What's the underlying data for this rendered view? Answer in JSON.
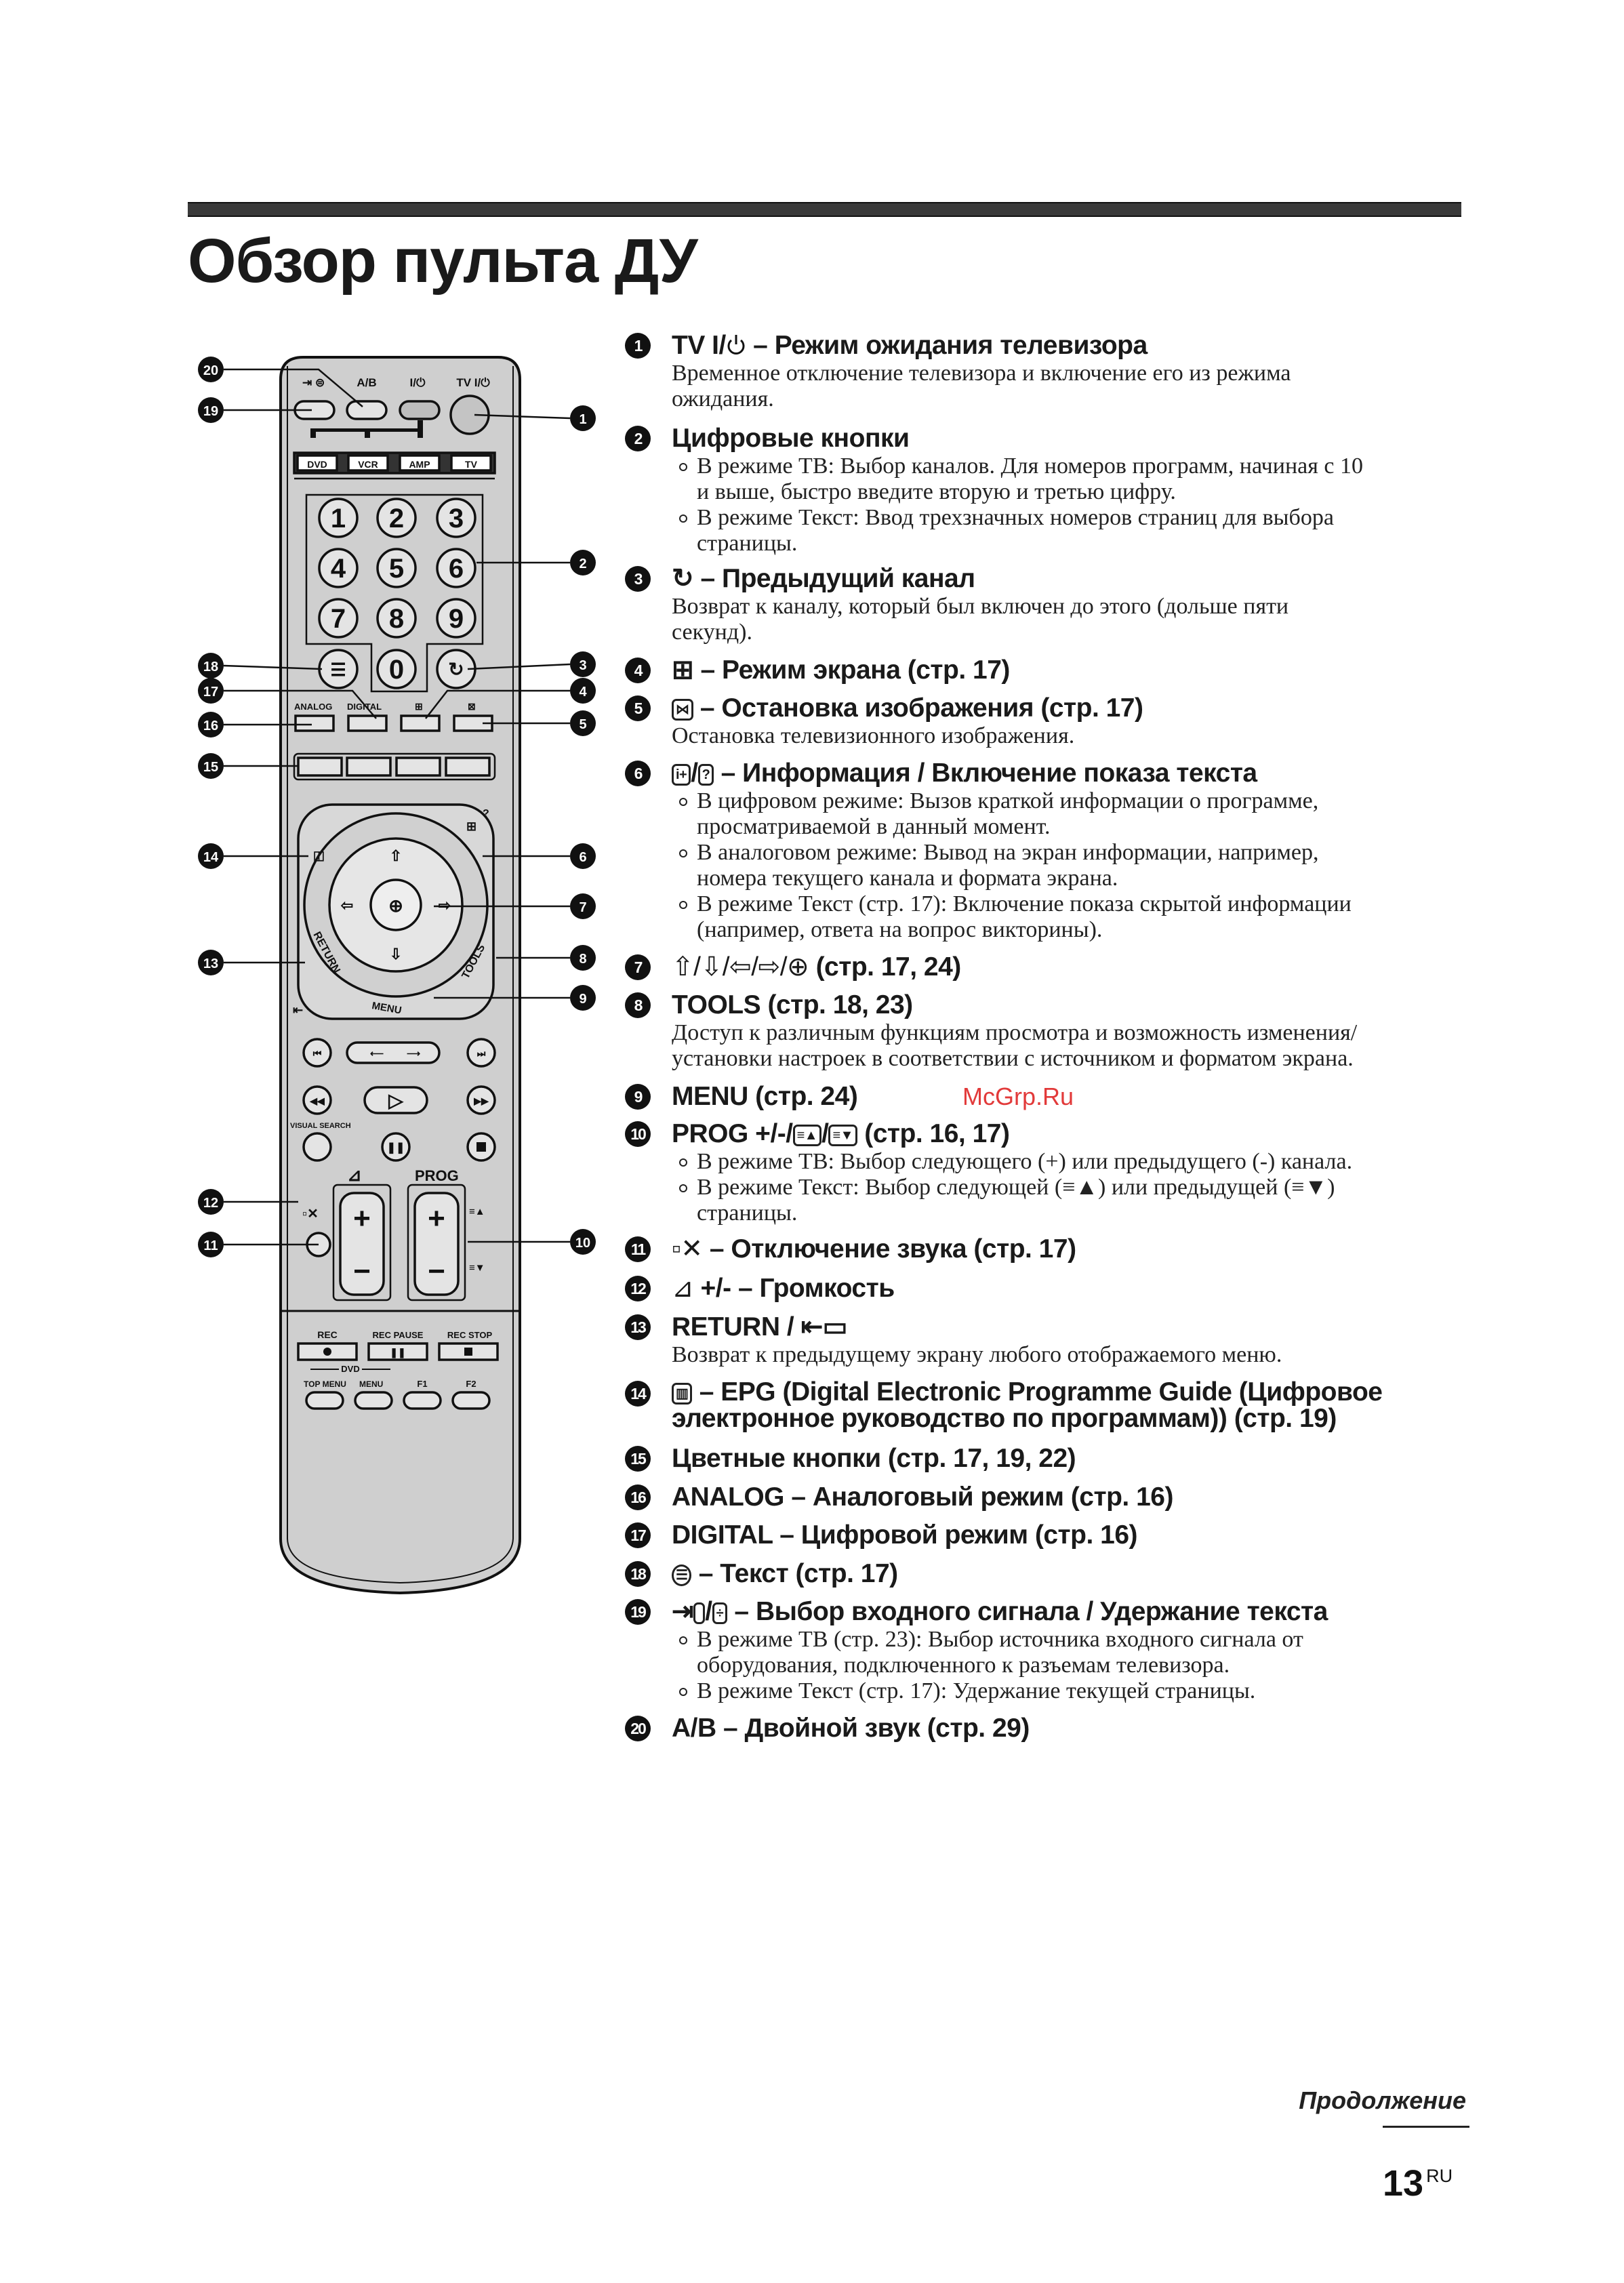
{
  "page": {
    "title": "Обзор пульта ДУ",
    "continued": "Продолжение",
    "page_number": "13",
    "language": "RU",
    "watermark": "McGrp.Ru"
  },
  "remote": {
    "labels": {
      "ab": "A/B",
      "power": "I/⏻",
      "tv_power": "TV I/⏻",
      "dvd": "DVD",
      "vcr": "VCR",
      "amp": "AMP",
      "tv": "TV",
      "digits": [
        "1",
        "2",
        "3",
        "4",
        "5",
        "6",
        "7",
        "8",
        "9",
        "0"
      ],
      "analog": "ANALOG",
      "digital": "DIGITAL",
      "return": "RETURN",
      "tools": "TOOLS",
      "menu": "MENU",
      "visual_search": "VISUAL SEARCH",
      "prog": "PROG",
      "rec": "REC",
      "rec_pause": "REC PAUSE",
      "rec_stop": "REC STOP",
      "dvd_group": "DVD",
      "top_menu": "TOP MENU",
      "dvd_menu": "MENU",
      "f1": "F1",
      "f2": "F2"
    },
    "callouts_left": [
      "20",
      "19",
      "18",
      "17",
      "16",
      "15",
      "14",
      "13",
      "12",
      "11"
    ],
    "callouts_right": [
      "1",
      "2",
      "3",
      "4",
      "5",
      "6",
      "7",
      "8",
      "9",
      "10"
    ]
  },
  "items": [
    {
      "num": "1",
      "pre": "TV I/",
      "title": " – Режим ожидания телевизора",
      "icon": "power-icon",
      "body": [
        "Временное отключение телевизора и включение его из режима",
        "ожидания."
      ]
    },
    {
      "num": "2",
      "title": "Цифровые кнопки",
      "bullets": [
        [
          "В режиме ТВ: Выбор каналов. Для номеров программ, начиная с 10",
          "и выше, быстро введите вторую и третью цифру."
        ],
        [
          "В режиме Текст: Ввод трехзначных номеров страниц для выбора",
          "страницы."
        ]
      ]
    },
    {
      "num": "3",
      "title": " – Предыдущий канал",
      "icon": "previous-channel-icon",
      "body": [
        "Возврат к каналу, который был включен до этого (дольше пяти",
        "секунд)."
      ]
    },
    {
      "num": "4",
      "title": " – Режим экрана (стр. 17)",
      "icon": "screen-mode-icon"
    },
    {
      "num": "5",
      "title": " – Остановка изображения  (стр. 17)",
      "icon": "freeze-icon",
      "body": [
        "Остановка телевизионного изображения."
      ]
    },
    {
      "num": "6",
      "title": " – Информация / Включение показа текста",
      "icon": "info-reveal-icon",
      "bullets": [
        [
          "В цифровом режиме: Вызов краткой информации о программе,",
          "просматриваемой в данный момент."
        ],
        [
          "В аналоговом режиме: Вывод на экран информации, например,",
          "номера текущего канала и формата экрана."
        ],
        [
          "В режиме Текст (стр. 17): Включение показа скрытой информации",
          "(например, ответа на вопрос викторины)."
        ]
      ]
    },
    {
      "num": "7",
      "pre": "⇧/⇩/⇦/⇨/⊕",
      "title": " (стр. 17, 24)",
      "icon": "arrows-icon"
    },
    {
      "num": "8",
      "title": "TOOLS (стр. 18, 23)",
      "body": [
        "Доступ к различным функциям просмотра и возможность изменения/",
        "установки настроек в соответствии с источником и форматом экрана."
      ]
    },
    {
      "num": "9",
      "title": "MENU (стр. 24)"
    },
    {
      "num": "10",
      "pre": "PROG +/-/",
      "title": " (стр. 16, 17)",
      "icon": "page-up-down-icon",
      "bullets": [
        [
          "В режиме ТВ: Выбор следующего (+) или предыдущего (-) канала."
        ],
        [
          "В режиме Текст: Выбор следующей (≡▲) или предыдущей (≡▼)",
          "страницы."
        ]
      ]
    },
    {
      "num": "11",
      "title": " – Отключение звука (стр. 17)",
      "icon": "mute-icon"
    },
    {
      "num": "12",
      "pre": "⊿",
      "title": " +/- – Громкость",
      "icon": "volume-icon"
    },
    {
      "num": "13",
      "title": "RETURN / ",
      "icon": "return-icon",
      "body": [
        "Возврат к предыдущему экрану любого отображаемого меню."
      ]
    },
    {
      "num": "14",
      "title": " – EPG (Digital Electronic Programme Guide (Цифровое",
      "title2": "электронное руководство по программам)) (стр. 19)",
      "icon": "epg-icon"
    },
    {
      "num": "15",
      "title": "Цветные кнопки (стр. 17, 19, 22)"
    },
    {
      "num": "16",
      "title": "ANALOG – Аналоговый режим (стр. 16)"
    },
    {
      "num": "17",
      "title": "DIGITAL – Цифровой режим (стр. 16)"
    },
    {
      "num": "18",
      "title": " – Текст (стр. 17)",
      "icon": "teletext-icon"
    },
    {
      "num": "19",
      "title": " – Выбор входного сигнала / Удержание текста",
      "icon": "input-hold-icon",
      "bullets": [
        [
          "В режиме ТВ (стр. 23): Выбор источника входного сигнала от",
          "оборудования, подключенного к разъемам телевизора."
        ],
        [
          "В режиме Текст (стр. 17): Удержание текущей страницы."
        ]
      ]
    },
    {
      "num": "20",
      "title": "A/B – Двойной звук (стр. 29)"
    }
  ]
}
